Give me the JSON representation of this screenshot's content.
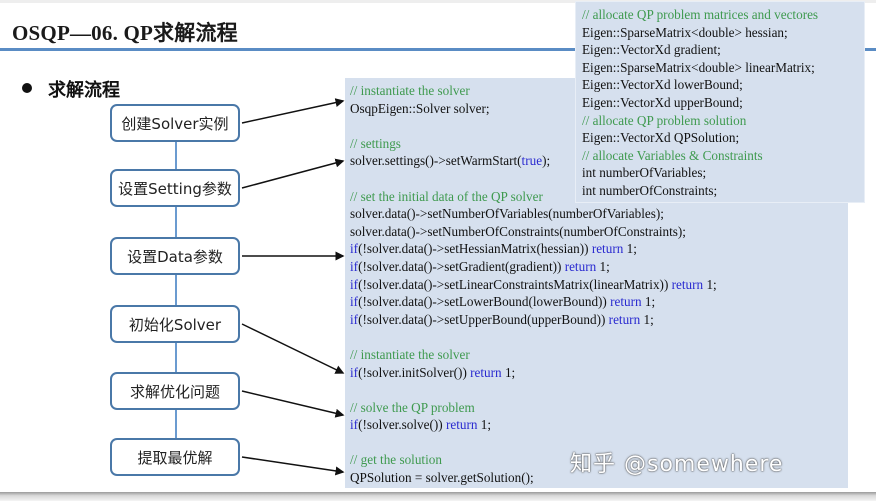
{
  "slide": {
    "title": "OSQP—06. QP求解流程",
    "section_label": "求解流程",
    "accent_color": "#5a8cc4"
  },
  "flow_steps": [
    {
      "label": "创建Solver实例"
    },
    {
      "label": "设置Setting参数"
    },
    {
      "label": "设置Data参数"
    },
    {
      "label": "初始化Solver"
    },
    {
      "label": "求解优化问题"
    },
    {
      "label": "提取最优解"
    }
  ],
  "code_main": {
    "instantiate_comment": "// instantiate the solver",
    "instantiate_line": "OsqpEigen::Solver solver;",
    "settings_comment": "// settings",
    "settings_pre": "solver.settings()->setWarmStart(",
    "settings_kw": "true",
    "settings_post": ");",
    "data_comment": "// set the initial data of the QP solver",
    "data_line1": "solver.data()->setNumberOfVariables(numberOfVariables);",
    "data_line2": "solver.data()->setNumberOfConstraints(numberOfConstraints);",
    "data_if": "if",
    "data_return": "return",
    "data_line3_body": "(!solver.data()->setHessianMatrix(hessian)) ",
    "data_line4_body": "(!solver.data()->setGradient(gradient)) ",
    "data_line5_body": "(!solver.data()->setLinearConstraintsMatrix(linearMatrix)) ",
    "data_line6_body": "(!solver.data()->setLowerBound(lowerBound)) ",
    "data_line7_body": "(!solver.data()->setUpperBound(upperBound)) ",
    "ret_tail": " 1;",
    "init_comment": "// instantiate the solver",
    "init_body": "(!solver.initSolver()) ",
    "solve_comment": "// solve the QP problem",
    "solve_body": "(!solver.solve()) ",
    "solution_comment": "// get the solution",
    "solution_line": "QPSolution = solver.getSolution();"
  },
  "code_alloc": {
    "comment1": "// allocate QP problem matrices and vectores",
    "line1": "Eigen::SparseMatrix<double> hessian;",
    "line2": "Eigen::VectorXd gradient;",
    "line3": "Eigen::SparseMatrix<double> linearMatrix;",
    "line4": "Eigen::VectorXd lowerBound;",
    "line5": "Eigen::VectorXd upperBound;",
    "comment2": "// allocate QP problem solution",
    "line6": "Eigen::VectorXd QPSolution;",
    "comment3": "// allocate Variables & Constraints",
    "line7": "int numberOfVariables;",
    "line8": "int numberOfConstraints;"
  },
  "watermark": "知乎 @somewhere"
}
